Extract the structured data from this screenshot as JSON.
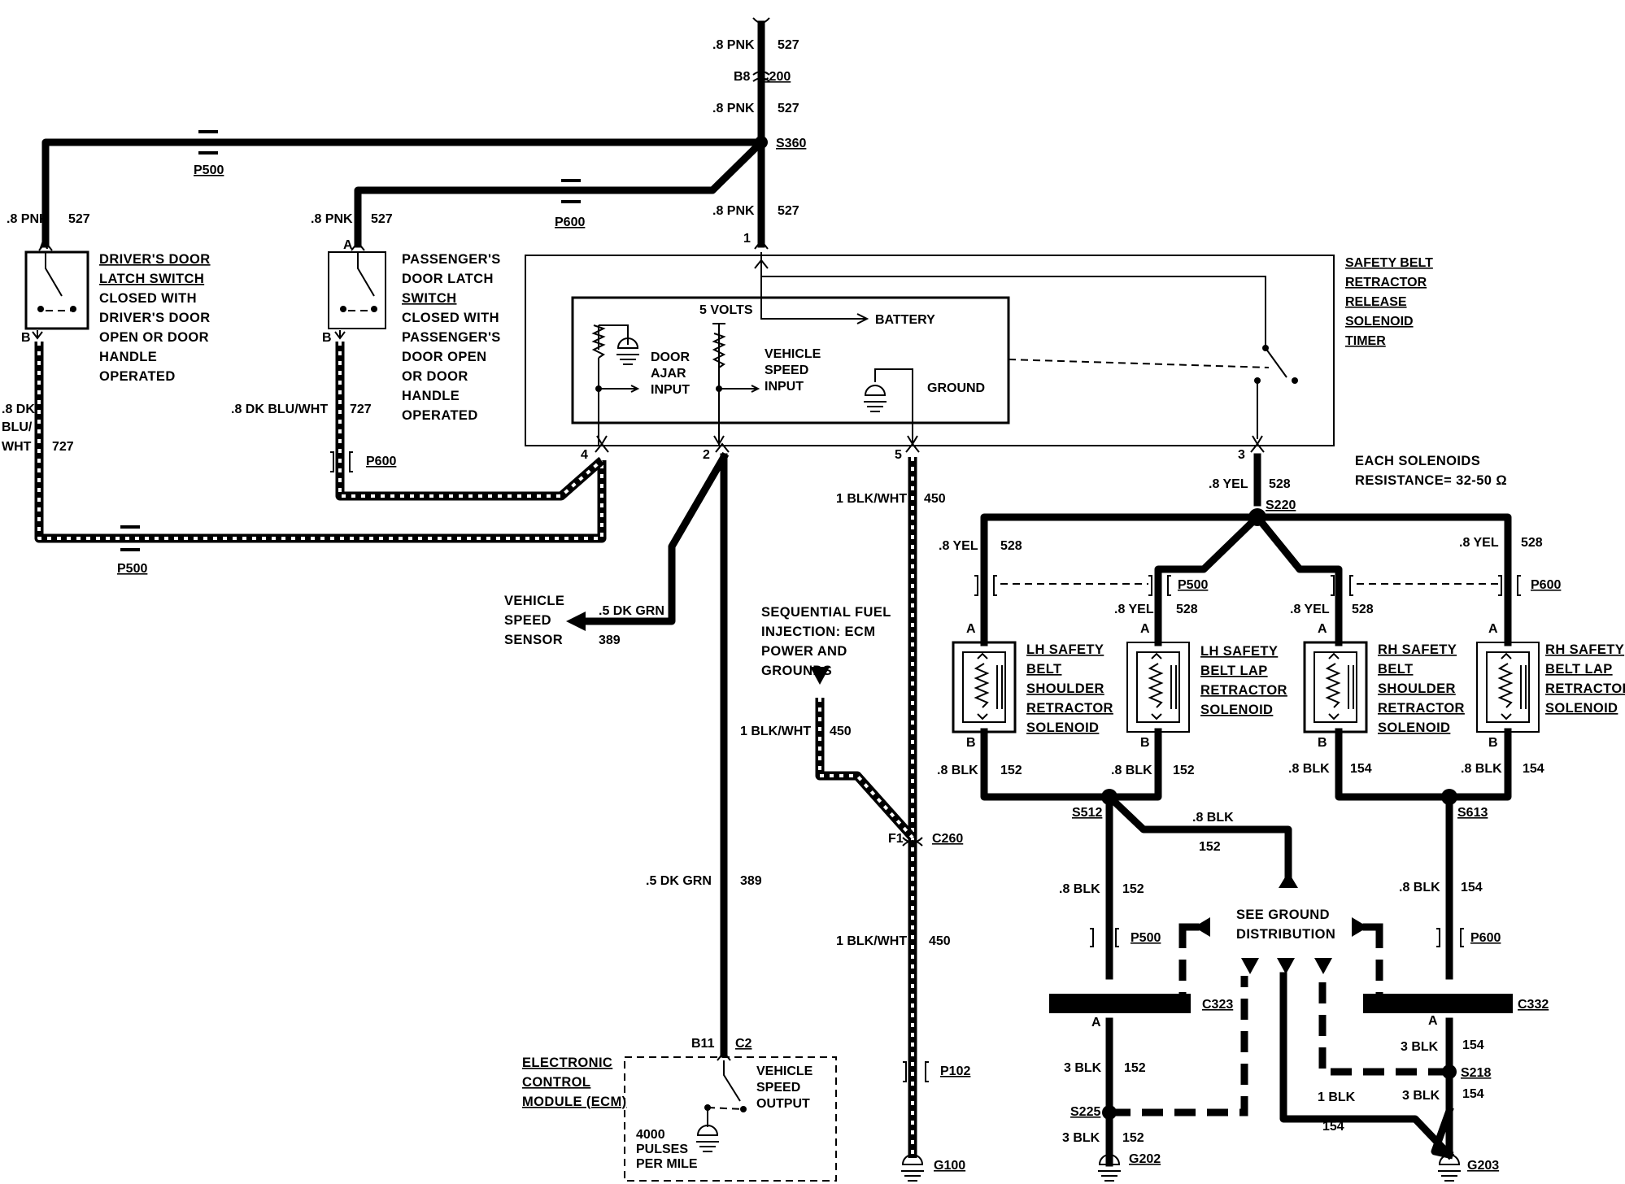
{
  "wires": {
    "top_feed": {
      "gauge": ".8 PNK",
      "circuit": "527"
    },
    "top_feed_2": {
      "gauge": ".8 PNK",
      "circuit": "527"
    },
    "splice_to_timer": {
      "gauge": ".8 PNK",
      "circuit": "527"
    },
    "to_driver_switch": {
      "gauge": ".8 PNK",
      "circuit": "527"
    },
    "to_pass_switch": {
      "gauge": ".8 PNK",
      "circuit": "527"
    },
    "driver_switch_out": {
      "gauge": ".8 DK",
      "gauge2": "BLU/",
      "gauge3": "WHT",
      "circuit": "727"
    },
    "pass_switch_out": {
      "gauge": ".8 DK BLU/WHT",
      "circuit": "727"
    },
    "vss_wire": {
      "gauge": ".5 DK GRN",
      "circuit": "389"
    },
    "ecm_wire": {
      "gauge": ".5 DK GRN",
      "circuit": "389"
    },
    "gnd_450_upper": {
      "gauge": "1 BLK/WHT",
      "circuit": "450"
    },
    "gnd_450_sfi": {
      "gauge": "1 BLK/WHT",
      "circuit": "450"
    },
    "gnd_450_lower": {
      "gauge": "1 BLK/WHT",
      "circuit": "450"
    },
    "yel_528_main": {
      "gauge": ".8 YEL",
      "circuit": "528"
    },
    "yel_528_a": {
      "gauge": ".8 YEL",
      "circuit": "528"
    },
    "yel_528_b": {
      "gauge": ".8 YEL",
      "circuit": "528"
    },
    "yel_528_c": {
      "gauge": ".8 YEL",
      "circuit": "528"
    },
    "yel_528_d": {
      "gauge": ".8 YEL",
      "circuit": "528"
    },
    "blk_152_a": {
      "gauge": ".8 BLK",
      "circuit": "152"
    },
    "blk_152_b": {
      "gauge": ".8 BLK",
      "circuit": "152"
    },
    "blk_154_c": {
      "gauge": ".8 BLK",
      "circuit": "154"
    },
    "blk_154_d": {
      "gauge": ".8 BLK",
      "circuit": "154"
    },
    "blk_152_branch": {
      "gauge": ".8 BLK",
      "circuit": "152"
    },
    "blk_152_down": {
      "gauge": ".8 BLK",
      "circuit": "152"
    },
    "blk_154_down": {
      "gauge": ".8 BLK",
      "circuit": "154"
    },
    "blk3_152_a": {
      "gauge": "3 BLK",
      "circuit": "152"
    },
    "blk3_152_b": {
      "gauge": "3 BLK",
      "circuit": "152"
    },
    "blk3_154_a": {
      "gauge": "3 BLK",
      "circuit": "154"
    },
    "blk3_154_b": {
      "gauge": "3 BLK",
      "circuit": "154"
    },
    "blk1_154": {
      "gauge": "1 BLK",
      "circuit": "154"
    }
  },
  "connectors": {
    "c200": "C200",
    "c200_pin": "B8",
    "s360": "S360",
    "p500_top": "P500",
    "p600_top": "P600",
    "p600_left": "P600",
    "p500_bottom": "P500",
    "c260": "C260",
    "c260_pin": "F1",
    "p102": "P102",
    "c2": "C2",
    "c2_pin": "B11",
    "g100": "G100",
    "s220": "S220",
    "p500_right": "P500",
    "p600_right": "P600",
    "s512": "S512",
    "s613": "S613",
    "p500_low": "P500",
    "p600_low": "P600",
    "c323": "C323",
    "c332": "C332",
    "s225": "S225",
    "s218": "S218",
    "g202": "G202",
    "g203": "G203"
  },
  "pins": {
    "a": "A",
    "b": "B",
    "timer_1": "1",
    "timer_2": "2",
    "timer_3": "3",
    "timer_4": "4",
    "timer_5": "5"
  },
  "components": {
    "driver_switch": [
      "DRIVER'S DOOR",
      "LATCH SWITCH",
      "CLOSED WITH",
      "DRIVER'S DOOR",
      "OPEN OR DOOR",
      "HANDLE",
      "OPERATED"
    ],
    "pass_switch": [
      "PASSENGER'S",
      "DOOR LATCH",
      "SWITCH",
      "CLOSED WITH",
      "PASSENGER'S",
      "DOOR OPEN",
      "OR DOOR",
      "HANDLE",
      "OPERATED"
    ],
    "timer": [
      "SAFETY BELT",
      "RETRACTOR",
      "RELEASE",
      "SOLENOID",
      "TIMER"
    ],
    "timer_internal": {
      "five_volts": "5 VOLTS",
      "battery": "BATTERY",
      "door_ajar": [
        "DOOR",
        "AJAR",
        "INPUT"
      ],
      "vss_input": [
        "VEHICLE",
        "SPEED",
        "INPUT"
      ],
      "ground": "GROUND"
    },
    "vss": [
      "VEHICLE",
      "SPEED",
      "SENSOR"
    ],
    "sfi": [
      "SEQUENTIAL FUEL",
      "INJECTION: ECM",
      "POWER AND",
      "GROUNDS"
    ],
    "ecm": [
      "ELECTRONIC",
      "CONTROL",
      "MODULE (ECM)"
    ],
    "ecm_output": [
      "VEHICLE",
      "SPEED",
      "OUTPUT"
    ],
    "ecm_pulses": [
      "4000",
      "PULSES",
      "PER MILE"
    ],
    "resistance": [
      "EACH SOLENOIDS",
      "RESISTANCE= 32-50 Ω"
    ],
    "sol_lh_shoulder": [
      "LH SAFETY",
      "BELT",
      "SHOULDER",
      "RETRACTOR",
      "SOLENOID"
    ],
    "sol_lh_lap": [
      "LH SAFETY",
      "BELT LAP",
      "RETRACTOR",
      "SOLENOID"
    ],
    "sol_rh_shoulder": [
      "RH SAFETY",
      "BELT",
      "SHOULDER",
      "RETRACTOR",
      "SOLENOID"
    ],
    "sol_rh_lap": [
      "RH SAFETY",
      "BELT LAP",
      "RETRACTOR",
      "SOLENOID"
    ],
    "ground_dist": [
      "SEE GROUND",
      "DISTRIBUTION"
    ]
  }
}
